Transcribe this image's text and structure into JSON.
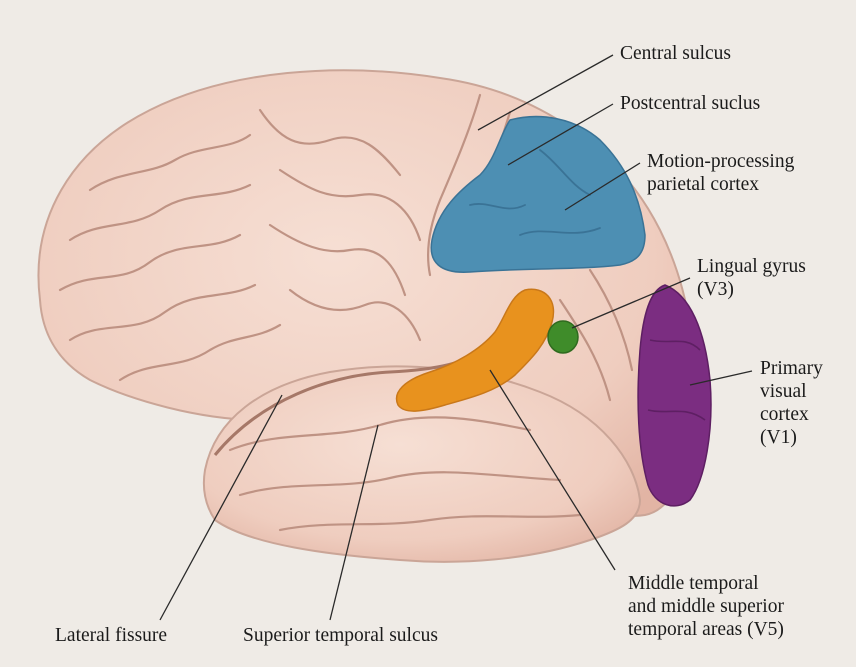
{
  "figure": {
    "colors": {
      "background": "#efebe6",
      "brain_fill": "#f1d3c6",
      "brain_edge": "#caa597",
      "sulcus_line": "#bf9384",
      "motion_parietal": "#4d8fb3",
      "middle_temporal_v5": "#e8921e",
      "lingual_gyrus_v3": "#3f8c2a",
      "primary_visual_v1": "#7b2d81",
      "leader_line": "#2a2a2a"
    },
    "labels": {
      "central_sulcus": "Central sulcus",
      "postcentral_sulcus": "Postcentral suclus",
      "motion_processing": [
        "Motion-processing",
        "parietal cortex"
      ],
      "lingual_gyrus": [
        "Lingual gyrus",
        "(V3)"
      ],
      "primary_visual": [
        "Primary",
        "visual",
        "cortex",
        "(V1)"
      ],
      "middle_temporal": [
        "Middle temporal",
        "and middle superior",
        "temporal areas (V5)"
      ],
      "lateral_fissure": "Lateral fissure",
      "superior_temporal": "Superior temporal sulcus"
    }
  }
}
